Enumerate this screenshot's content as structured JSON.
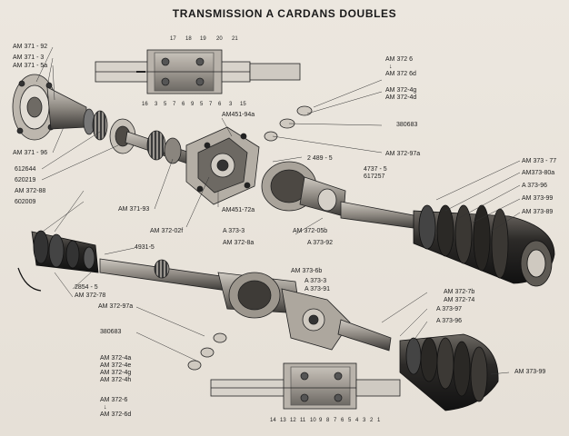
{
  "title": "TRANSMISSION A CARDANS DOUBLES",
  "labels": {
    "am371_92": "AM 371 - 92",
    "am371_3": "AM 371 - 3",
    "am371_5a": "AM 371 - 5a",
    "am371_96": "AM 371 - 96",
    "p612644": "612644",
    "p620219": "620219",
    "am372_88": "AM 372-88",
    "p602009": "602009",
    "am371_93": "AM 371-93",
    "am372_02f": "AM 372-02f",
    "am451_94a": "AM451-94a",
    "am451_72a": "AM451-72a",
    "a373_3": "A 373-3",
    "am372_8a": "AM 372-8a",
    "a373_92": "A 373-92",
    "am372_05b": "AM 372-05b",
    "p2489_5": "2 489 - 5",
    "p4737_5": "4737 - 5",
    "p617257": "617257",
    "p380683": "380683",
    "am372_97a": "AM 372-97a",
    "am372_6": "AM 372 6",
    "am372_6d": "AM 372 6d",
    "am372_4g": "AM 372-4g",
    "am372_4d": "AM 372-4d",
    "am373_77": "AM 373 - 77",
    "am373_80a": "AM373-80a",
    "a373_96": "A 373-96",
    "am373_99": "AM 373-99",
    "am373_89": "AM 373-89",
    "p4931_5": "4931-5",
    "p2854_5": "2854 - 5",
    "am372_78": "AM 372-78",
    "am372_97a_b": "AM 372-97a",
    "am373_6b": "AM 373-6b",
    "a373_3b": "A 373-3",
    "a373_91": "A 373-91",
    "am372_7b": "AM 372-7b",
    "am372_74": "AM 372-74",
    "a373_97": "A 373-97",
    "a373_96b": "A 373-96",
    "p380683b": "380683",
    "am373_99b": "AM 373-99",
    "lower_group": [
      "AM 372-4a",
      "AM 372-4e",
      "AM 372-4g",
      "AM 372-4h"
    ],
    "lower_group2": [
      "AM 372-6",
      "AM 372-6d"
    ]
  },
  "top_numbers": [
    "17",
    "18",
    "19",
    "20",
    "21"
  ],
  "top_bottom_numbers": [
    "16",
    "3",
    "5",
    "7",
    "6",
    "9",
    "5",
    "7",
    "6",
    "3",
    "15"
  ],
  "bottom_numbers": [
    "14",
    "13",
    "12",
    "11",
    "10",
    "9",
    "8",
    "7",
    "6",
    "5",
    "4",
    "3",
    "2",
    "1"
  ]
}
